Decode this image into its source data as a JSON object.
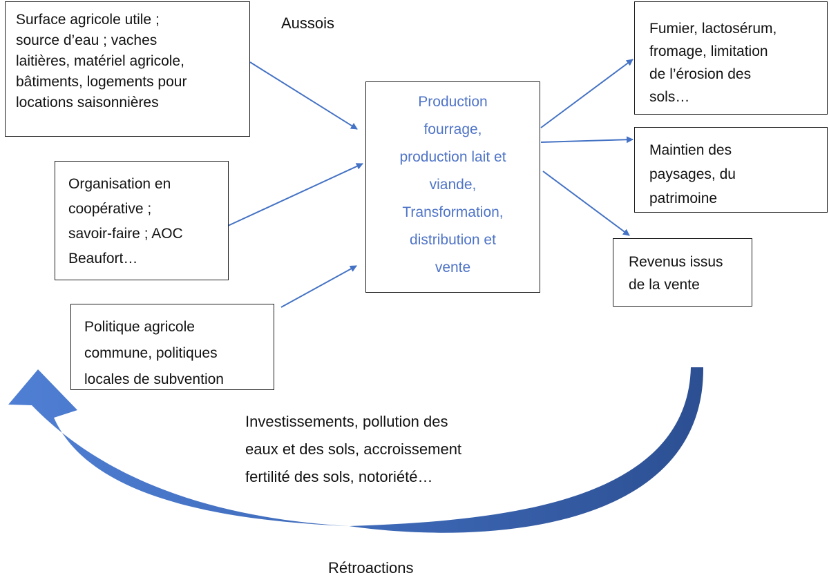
{
  "diagram": {
    "place_label": "Aussois",
    "center": {
      "lines": [
        "Production",
        "fourrage,",
        "production lait et",
        "viande,",
        "Transformation,",
        "distribution et",
        "vente"
      ]
    },
    "inputs": [
      {
        "lines": [
          "Surface agricole utile ;",
          "source d’eau ; vaches",
          "laitières, matériel agricole,",
          "bâtiments, logements pour",
          "locations saisonnières"
        ]
      },
      {
        "lines": [
          "Organisation en",
          "coopérative ;",
          "savoir-faire ; AOC",
          "Beaufort…"
        ]
      },
      {
        "lines": [
          "Politique agricole",
          "commune, politiques",
          "locales de subvention"
        ]
      }
    ],
    "outputs": [
      {
        "lines": [
          "Fumier, lactosérum,",
          "fromage, limitation",
          "de l’érosion des",
          "sols…"
        ]
      },
      {
        "lines": [
          "Maintien des",
          "paysages, du",
          "patrimoine"
        ]
      },
      {
        "lines": [
          "Revenus issus",
          "de la vente"
        ]
      }
    ],
    "feedback": {
      "lines": [
        "Investissements, pollution des",
        "eaux et des sols, accroissement",
        "fertilité des sols, notoriété…"
      ],
      "label": "Rétroactions"
    },
    "colors": {
      "arrow": "#4472c4",
      "center_text": "#4f74c7",
      "feedback_dark": "#2c4f92",
      "feedback_light": "#4f7fd4"
    }
  }
}
